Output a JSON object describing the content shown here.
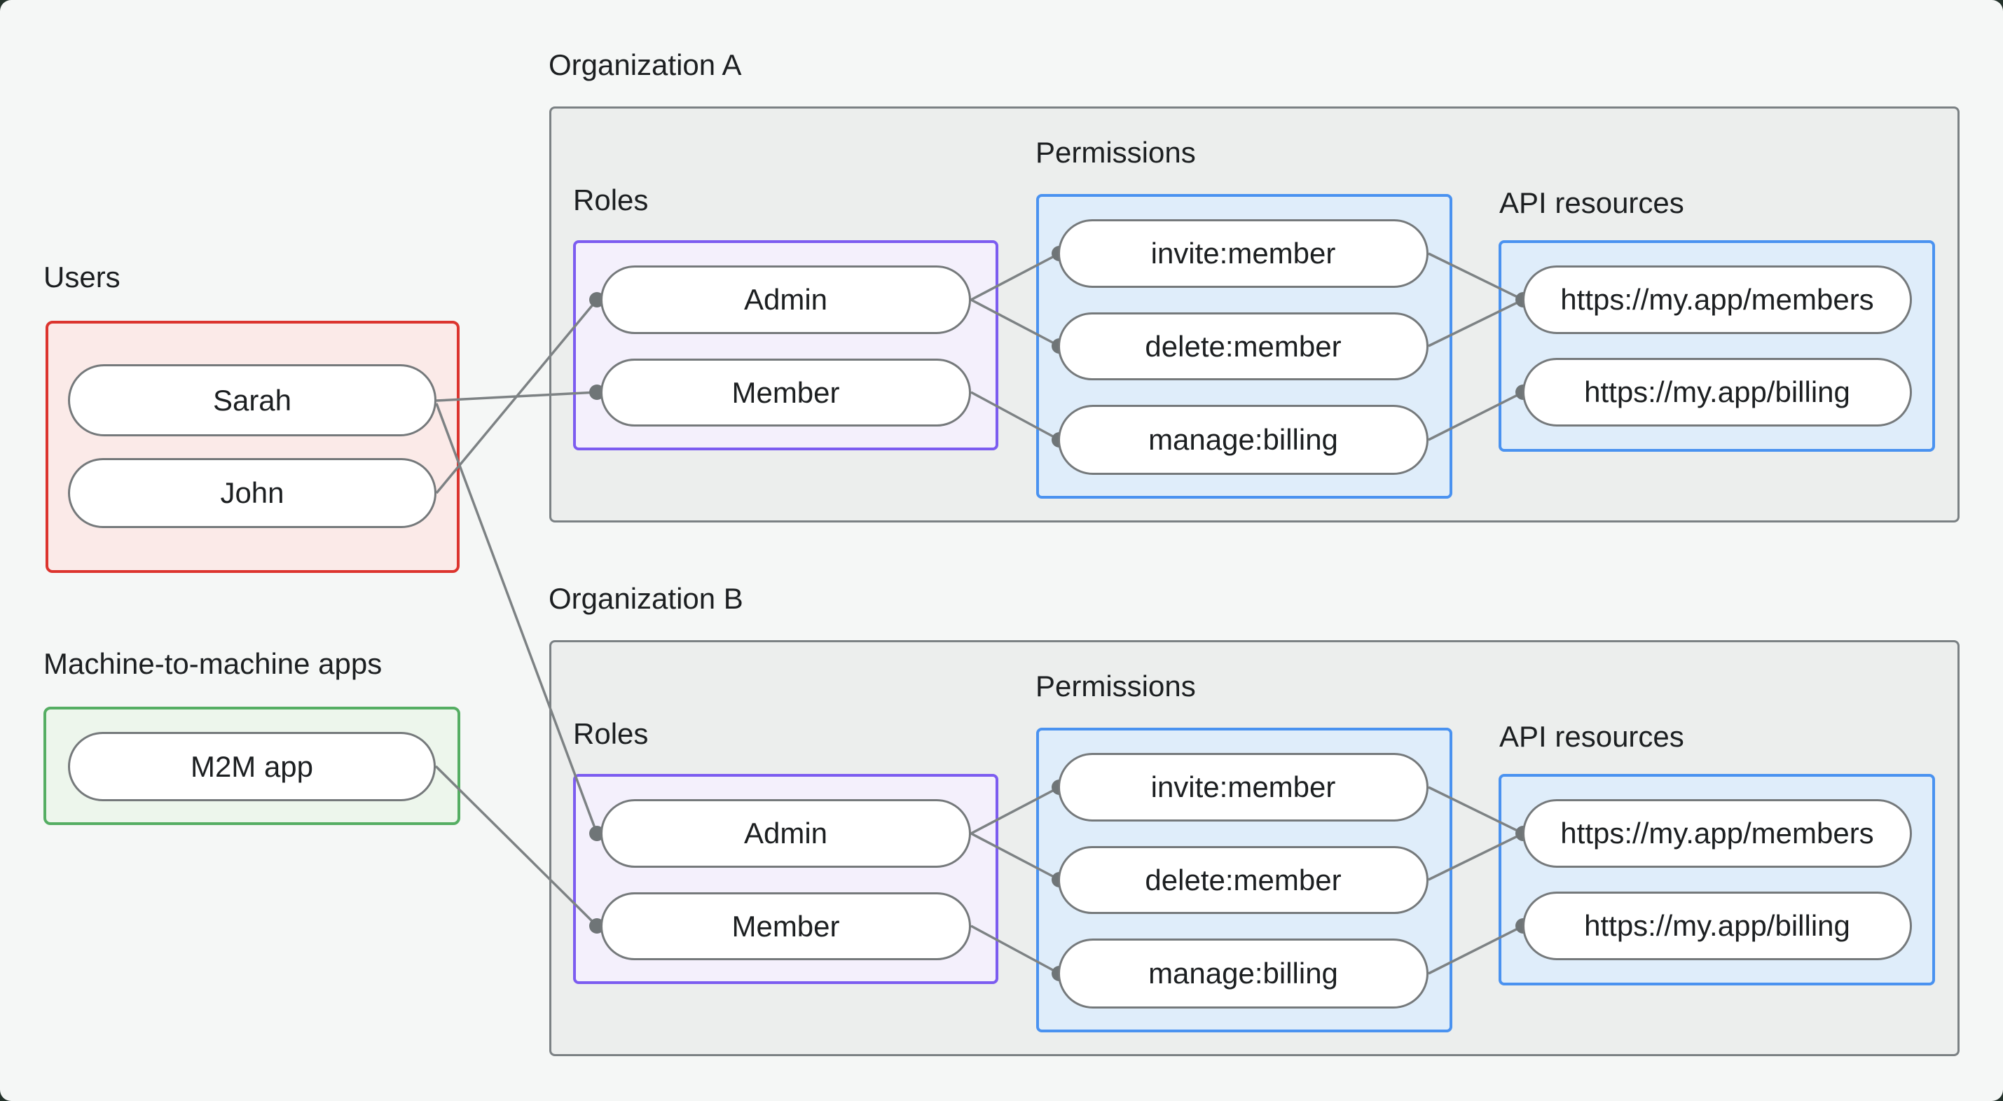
{
  "users_section": {
    "label": "Users",
    "items": [
      {
        "label": "Sarah"
      },
      {
        "label": "John"
      }
    ]
  },
  "m2m_section": {
    "label": "Machine-to-machine apps",
    "items": [
      {
        "label": "M2M app"
      }
    ]
  },
  "organizations": [
    {
      "label": "Organization A",
      "roles": {
        "label": "Roles",
        "items": [
          {
            "label": "Admin"
          },
          {
            "label": "Member"
          }
        ]
      },
      "permissions": {
        "label": "Permissions",
        "items": [
          {
            "label": "invite:member"
          },
          {
            "label": "delete:member"
          },
          {
            "label": "manage:billing"
          }
        ]
      },
      "api_resources": {
        "label": "API resources",
        "items": [
          {
            "label": "https://my.app/members"
          },
          {
            "label": "https://my.app/billing"
          }
        ]
      }
    },
    {
      "label": "Organization B",
      "roles": {
        "label": "Roles",
        "items": [
          {
            "label": "Admin"
          },
          {
            "label": "Member"
          }
        ]
      },
      "permissions": {
        "label": "Permissions",
        "items": [
          {
            "label": "invite:member"
          },
          {
            "label": "delete:member"
          },
          {
            "label": "manage:billing"
          }
        ]
      },
      "api_resources": {
        "label": "API resources",
        "items": [
          {
            "label": "https://my.app/members"
          },
          {
            "label": "https://my.app/billing"
          }
        ]
      }
    }
  ],
  "connections": [
    {
      "from": "Sarah",
      "to": "Member",
      "org": "Organization A"
    },
    {
      "from": "John",
      "to": "Admin",
      "org": "Organization A"
    },
    {
      "from": "Sarah",
      "to": "Admin",
      "org": "Organization B"
    },
    {
      "from": "M2M app",
      "to": "Member",
      "org": "Organization B"
    },
    {
      "from": "Admin",
      "to": "invite:member",
      "org": "Organization A"
    },
    {
      "from": "Admin",
      "to": "delete:member",
      "org": "Organization A"
    },
    {
      "from": "Member",
      "to": "manage:billing",
      "org": "Organization A"
    },
    {
      "from": "invite:member",
      "to": "https://my.app/members",
      "org": "Organization A"
    },
    {
      "from": "delete:member",
      "to": "https://my.app/members",
      "org": "Organization A"
    },
    {
      "from": "manage:billing",
      "to": "https://my.app/billing",
      "org": "Organization A"
    },
    {
      "from": "Admin",
      "to": "invite:member",
      "org": "Organization B"
    },
    {
      "from": "Admin",
      "to": "delete:member",
      "org": "Organization B"
    },
    {
      "from": "Member",
      "to": "manage:billing",
      "org": "Organization B"
    },
    {
      "from": "invite:member",
      "to": "https://my.app/members",
      "org": "Organization B"
    },
    {
      "from": "delete:member",
      "to": "https://my.app/members",
      "org": "Organization B"
    },
    {
      "from": "manage:billing",
      "to": "https://my.app/billing",
      "org": "Organization B"
    }
  ],
  "colors": {
    "page_bg": "#F5F7F6",
    "outer_bg": "#24322B",
    "org_fill": "#ECEEED",
    "org_border": "#7B8184",
    "users_fill": "#FBEAE8",
    "users_border": "#DC342E",
    "m2m_fill": "#EDF6EC",
    "m2m_border": "#55AE63",
    "roles_fill": "#F4F0FC",
    "roles_border": "#7C5CF0",
    "blue_fill": "#DFEDFA",
    "blue_border": "#4A92F0",
    "pill_fill": "#FFFFFF",
    "pill_border": "#75797B",
    "edge": "#7D8284",
    "text": "#1C1F21"
  }
}
